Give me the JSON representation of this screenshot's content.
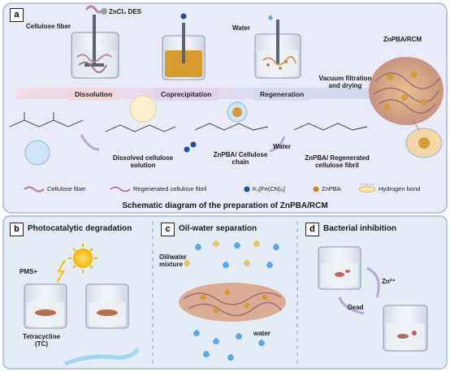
{
  "panel_a": {
    "letter": "a",
    "cellulose_fiber": "Cellulose fiber",
    "des": "ZnCl₂ DES",
    "water": "Water",
    "product": "ZnPBA/RCM",
    "steps": [
      "Dissolution",
      "Coprecipitation",
      "Regeneration"
    ],
    "vacuum_line1": "Vacuum filtration",
    "vacuum_line2": "and drying",
    "dissolved_line1": "Dissolved cellulose",
    "dissolved_line2": "solution",
    "chain_line1": "ZnPBA/ Cellulose",
    "chain_line2": "chain",
    "water_arrow": "Water",
    "regen_line1": "ZnPBA/ Regenerated",
    "regen_line2": "cellulose fibril",
    "legend": [
      "Cellulose fiber",
      "Regenerated cellulose fibril",
      "K₃[Fe(CN)₆]",
      "ZnPBA",
      "Hydrogen bond"
    ]
  },
  "caption": "Schematic diagram of the preparation of ZnPBA/RCM",
  "panel_b": {
    "letter": "b",
    "title": "Photocatalytic degradation",
    "pms": "PMS+",
    "tc_line1": "Tetracycline",
    "tc_line2": "(TC)"
  },
  "panel_c": {
    "letter": "c",
    "title": "Oil-water separation",
    "mix_line1": "Oil/water",
    "mix_line2": "mixture",
    "water": "water"
  },
  "panel_d": {
    "letter": "d",
    "title": "Bacterial inhibition",
    "zn": "Zn²⁺",
    "dead": "Dead"
  },
  "colors": {
    "top_bg": "#e9ecf8",
    "bottom_bg": "#e4ecf6",
    "frame": "#aab6d6",
    "divider": "#9fb0d0",
    "step_dissolution": "#f2d6de",
    "step_coprecipitation": "#e2d4ee",
    "step_regeneration": "#d4dcf2",
    "zinc_blue": "#1e4f9e",
    "znpba_gold": "#c78a2a",
    "water_drop": "#5aa9e6",
    "oil_drop": "#e9c46a"
  }
}
